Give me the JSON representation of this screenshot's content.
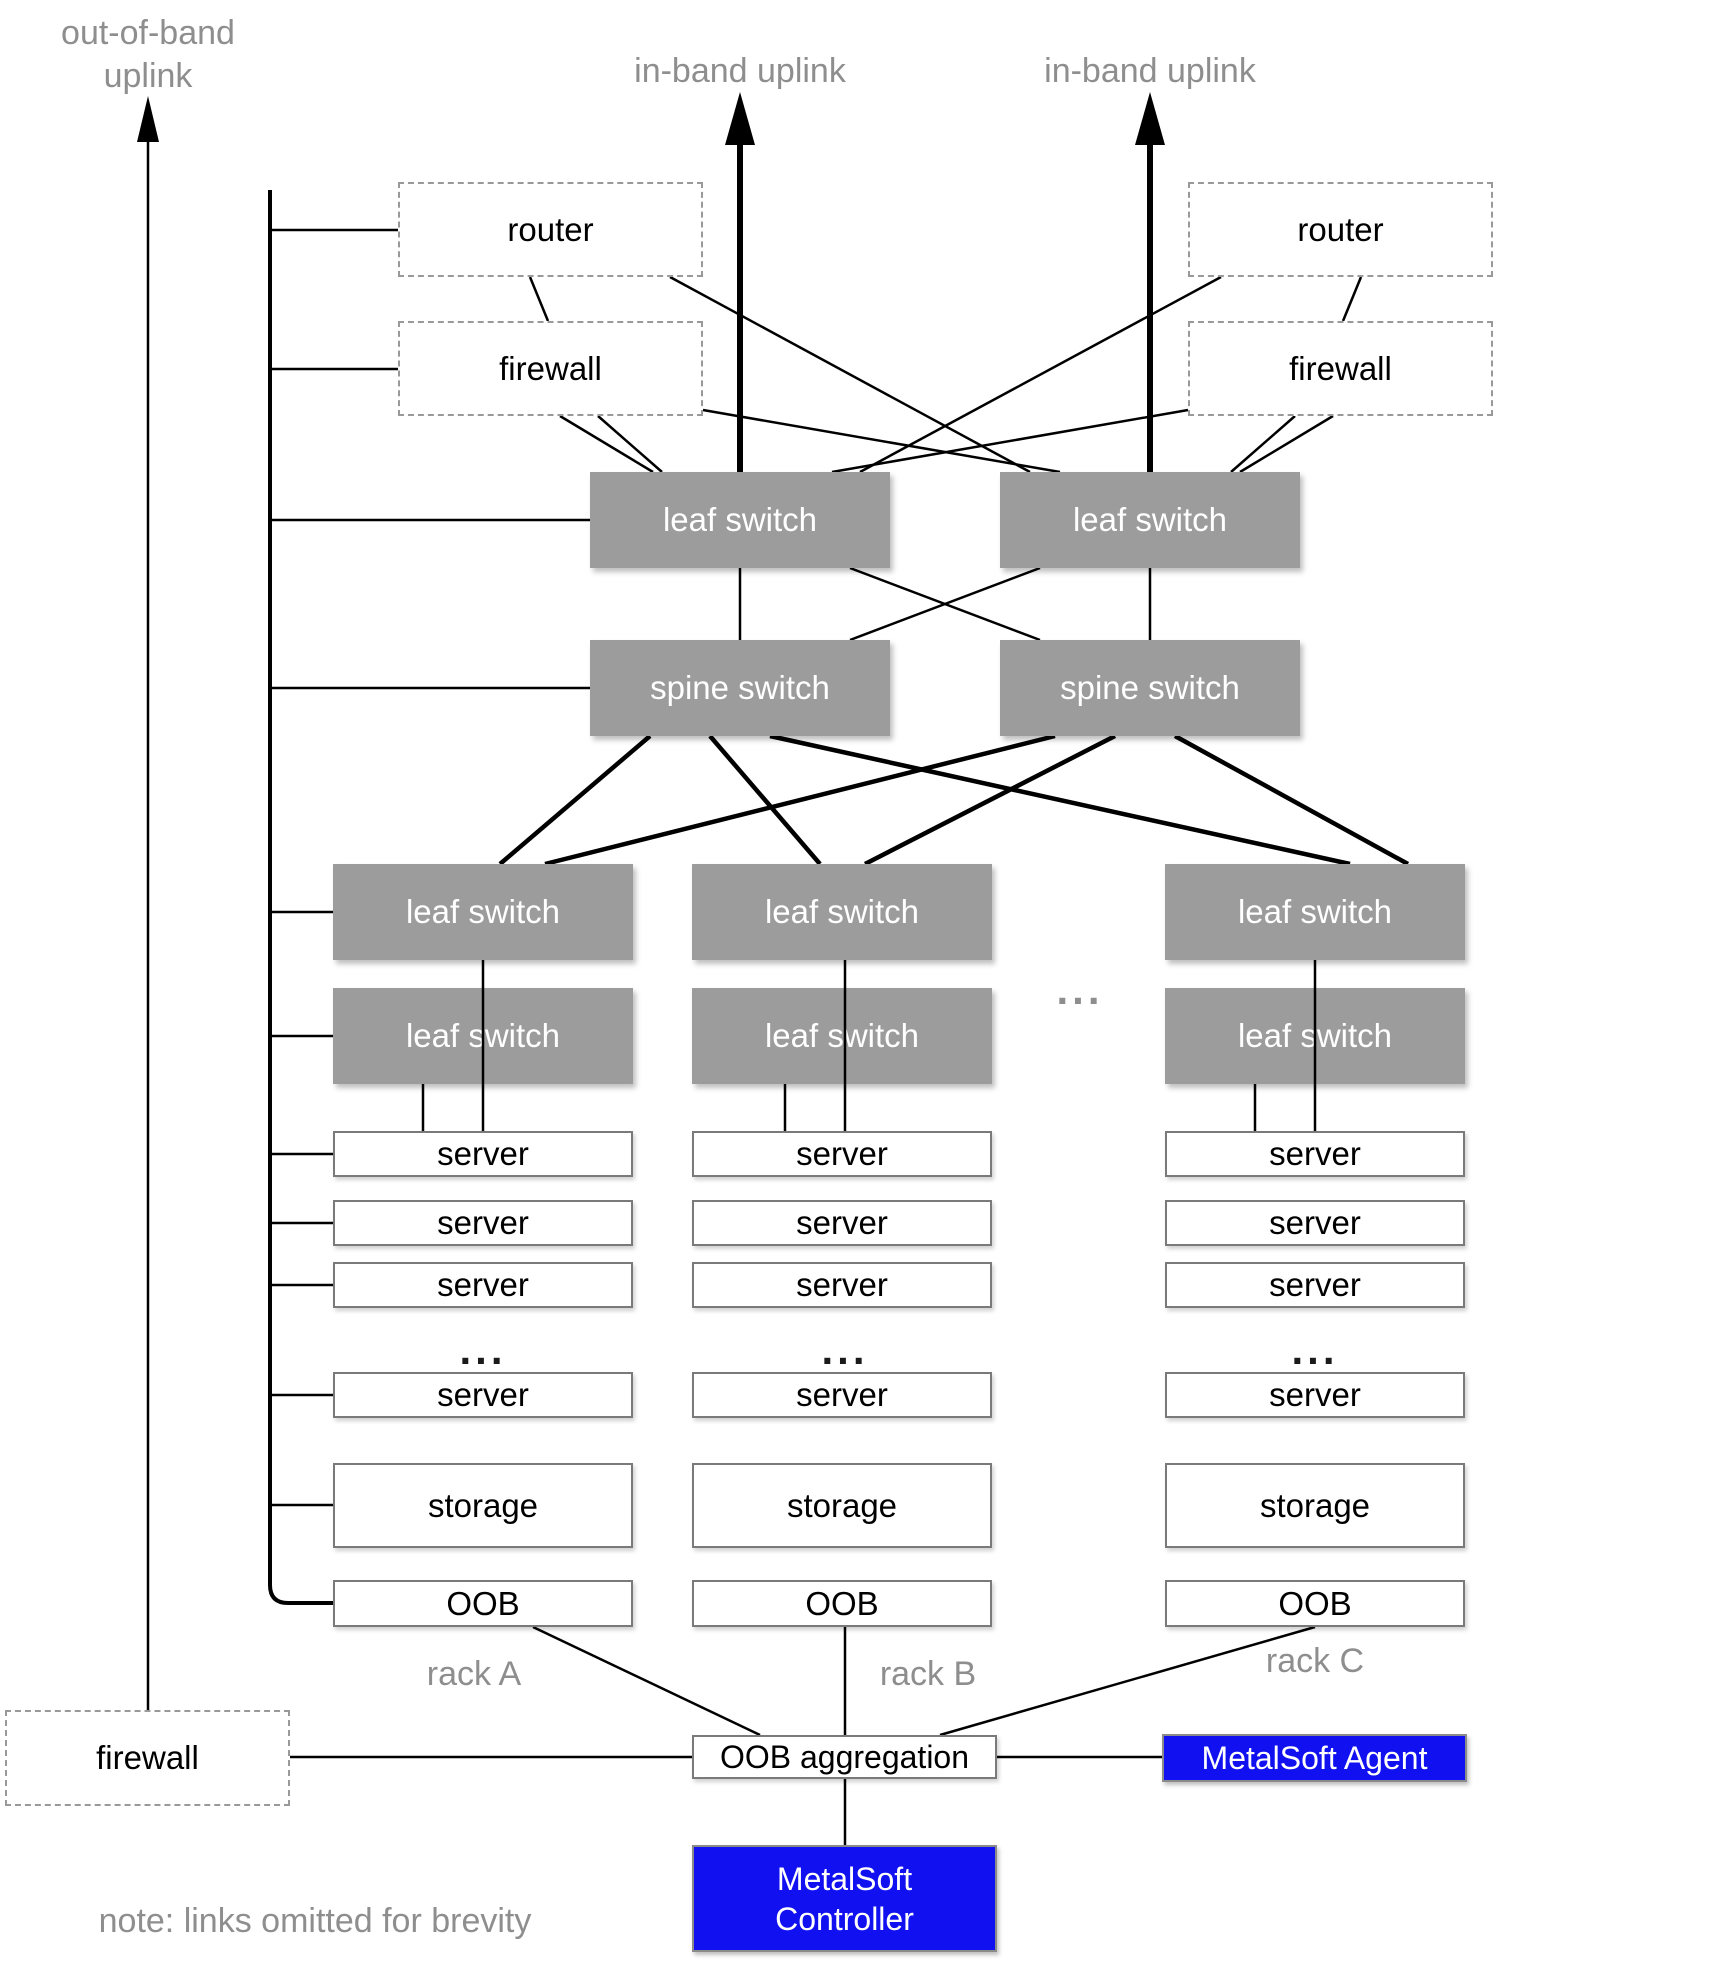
{
  "labels": {
    "oob_uplink_line1": "out-of-band",
    "oob_uplink_line2": "uplink",
    "inband_uplink": "in-band uplink",
    "note": "note: links omitted for brevity",
    "rack_a": "rack A",
    "rack_b": "rack B",
    "rack_c": "rack C",
    "ellipsis": "..."
  },
  "nodes": {
    "router": "router",
    "firewall": "firewall",
    "leaf_switch": "leaf switch",
    "spine_switch": "spine switch",
    "server": "server",
    "storage": "storage",
    "oob": "OOB",
    "oob_aggregation": "OOB aggregation",
    "metalsoft_agent": "MetalSoft Agent",
    "metalsoft_controller_line1": "MetalSoft",
    "metalsoft_controller_line2": "Controller",
    "bottom_firewall": "firewall"
  },
  "colors": {
    "switch_fill": "#9c9c9c",
    "metalsoft_blue": "#1010f0",
    "muted_text": "#8e8e8e",
    "line": "#000000",
    "dashed_border": "#999999"
  }
}
